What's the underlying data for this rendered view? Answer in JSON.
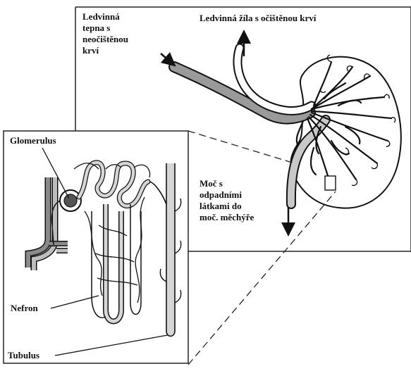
{
  "labels": {
    "artery": "Ledvinná\ntepna s\nneočištěnou\nkrví",
    "vein": "Ledvinná žíla s očištěnou krví",
    "urine": "Moč s\nodpadními\nlátkami do\nmoč. měchýře",
    "glomerulus": "Glomerulus",
    "nephron": "Nefron",
    "tubulus": "Tubulus"
  },
  "icons": {
    "kidney": "kidney-icon",
    "nephron": "nephron-icon"
  },
  "colors": {
    "artery": "#9a9a9a",
    "vein": "#c8c8c8",
    "tubule": "#d6d6d6",
    "glomerulus": "#555555",
    "stroke": "#111111"
  }
}
